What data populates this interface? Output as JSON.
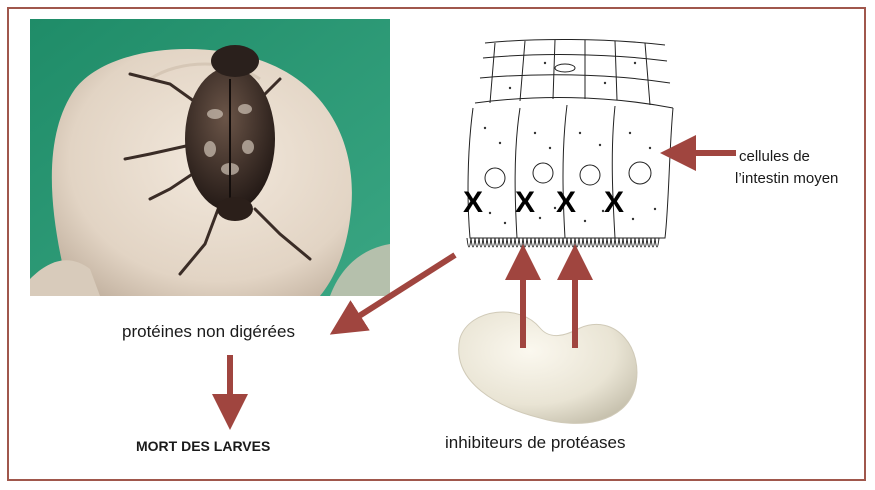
{
  "labels": {
    "cells": [
      "cellules de",
      "l’intestin moyen"
    ],
    "proteins": "protéines non digérées",
    "death": "MORT DES LARVES",
    "inhibitors": "inhibiteurs de protéases"
  },
  "blocked_marker": "X",
  "colors": {
    "frame": "#a0574c",
    "arrow": "#a0453f",
    "background_green": "#2f9a74",
    "glove": "#e7dccf"
  },
  "images": {
    "beetle_photo": "bean-weevil-on-gloved-finger",
    "bean_photo": "white-bean-seed",
    "cells_drawing": "midgut-epithelium-cells"
  }
}
